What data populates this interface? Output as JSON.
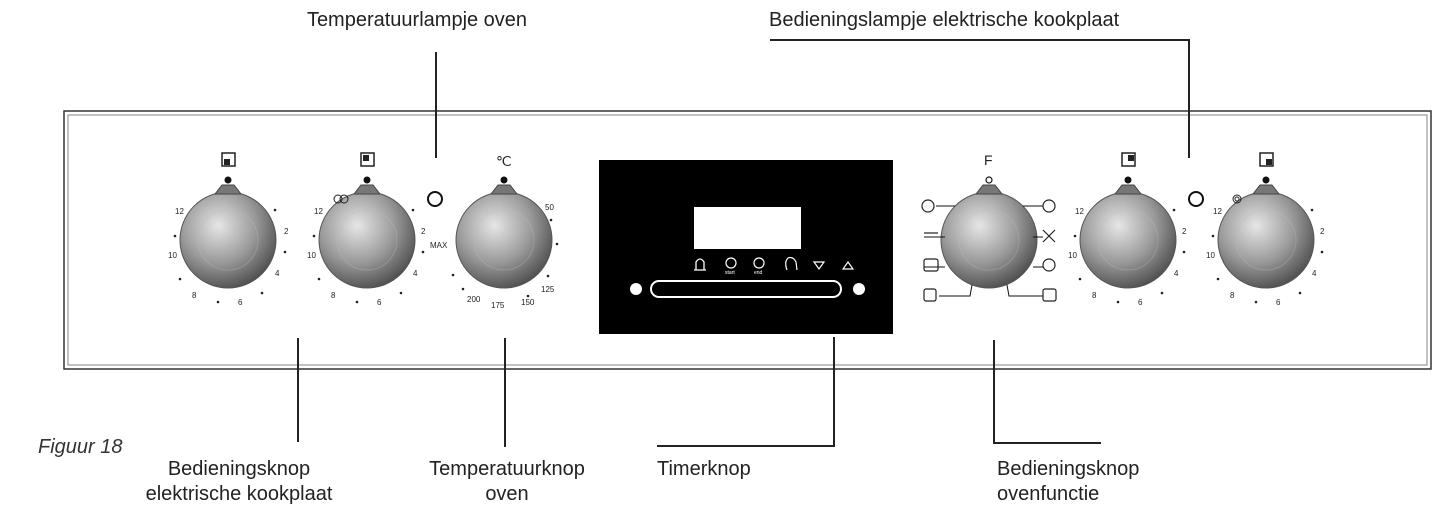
{
  "figure_label": "Figuur 18",
  "callouts": {
    "oven_temp_lamp": "Temperatuurlampje oven",
    "hob_lamp": "Bedieningslampje elektrische kookplaat",
    "hob_knob_line1": "Bedieningsknop",
    "hob_knob_line2": "elektrische kookplaat",
    "oven_temp_knob_line1": "Temperatuurknop",
    "oven_temp_knob_line2": "oven",
    "timer_knob": "Timerknop",
    "oven_function_knob_line1": "Bedieningsknop",
    "oven_function_knob_line2": "ovenfunctie"
  },
  "dial_scales": {
    "hob": [
      "12",
      "10",
      "8",
      "6",
      "4",
      "2"
    ],
    "oven_temp": [
      "MAX",
      "50",
      "125",
      "150",
      "175",
      "200"
    ],
    "oven_temp_symbol": "℃",
    "function_symbol": "F"
  },
  "timer_icons": [
    "bell-icon",
    "start-icon",
    "end-icon",
    "hand-icon",
    "down-arrow-icon",
    "up-arrow-icon"
  ],
  "timer_icon_labels": [
    "start",
    "end"
  ],
  "colors": {
    "panel_border": "#333333",
    "knob_light": "#d8d8d8",
    "knob_dark": "#5a5a5a",
    "display_bg": "#000000"
  }
}
